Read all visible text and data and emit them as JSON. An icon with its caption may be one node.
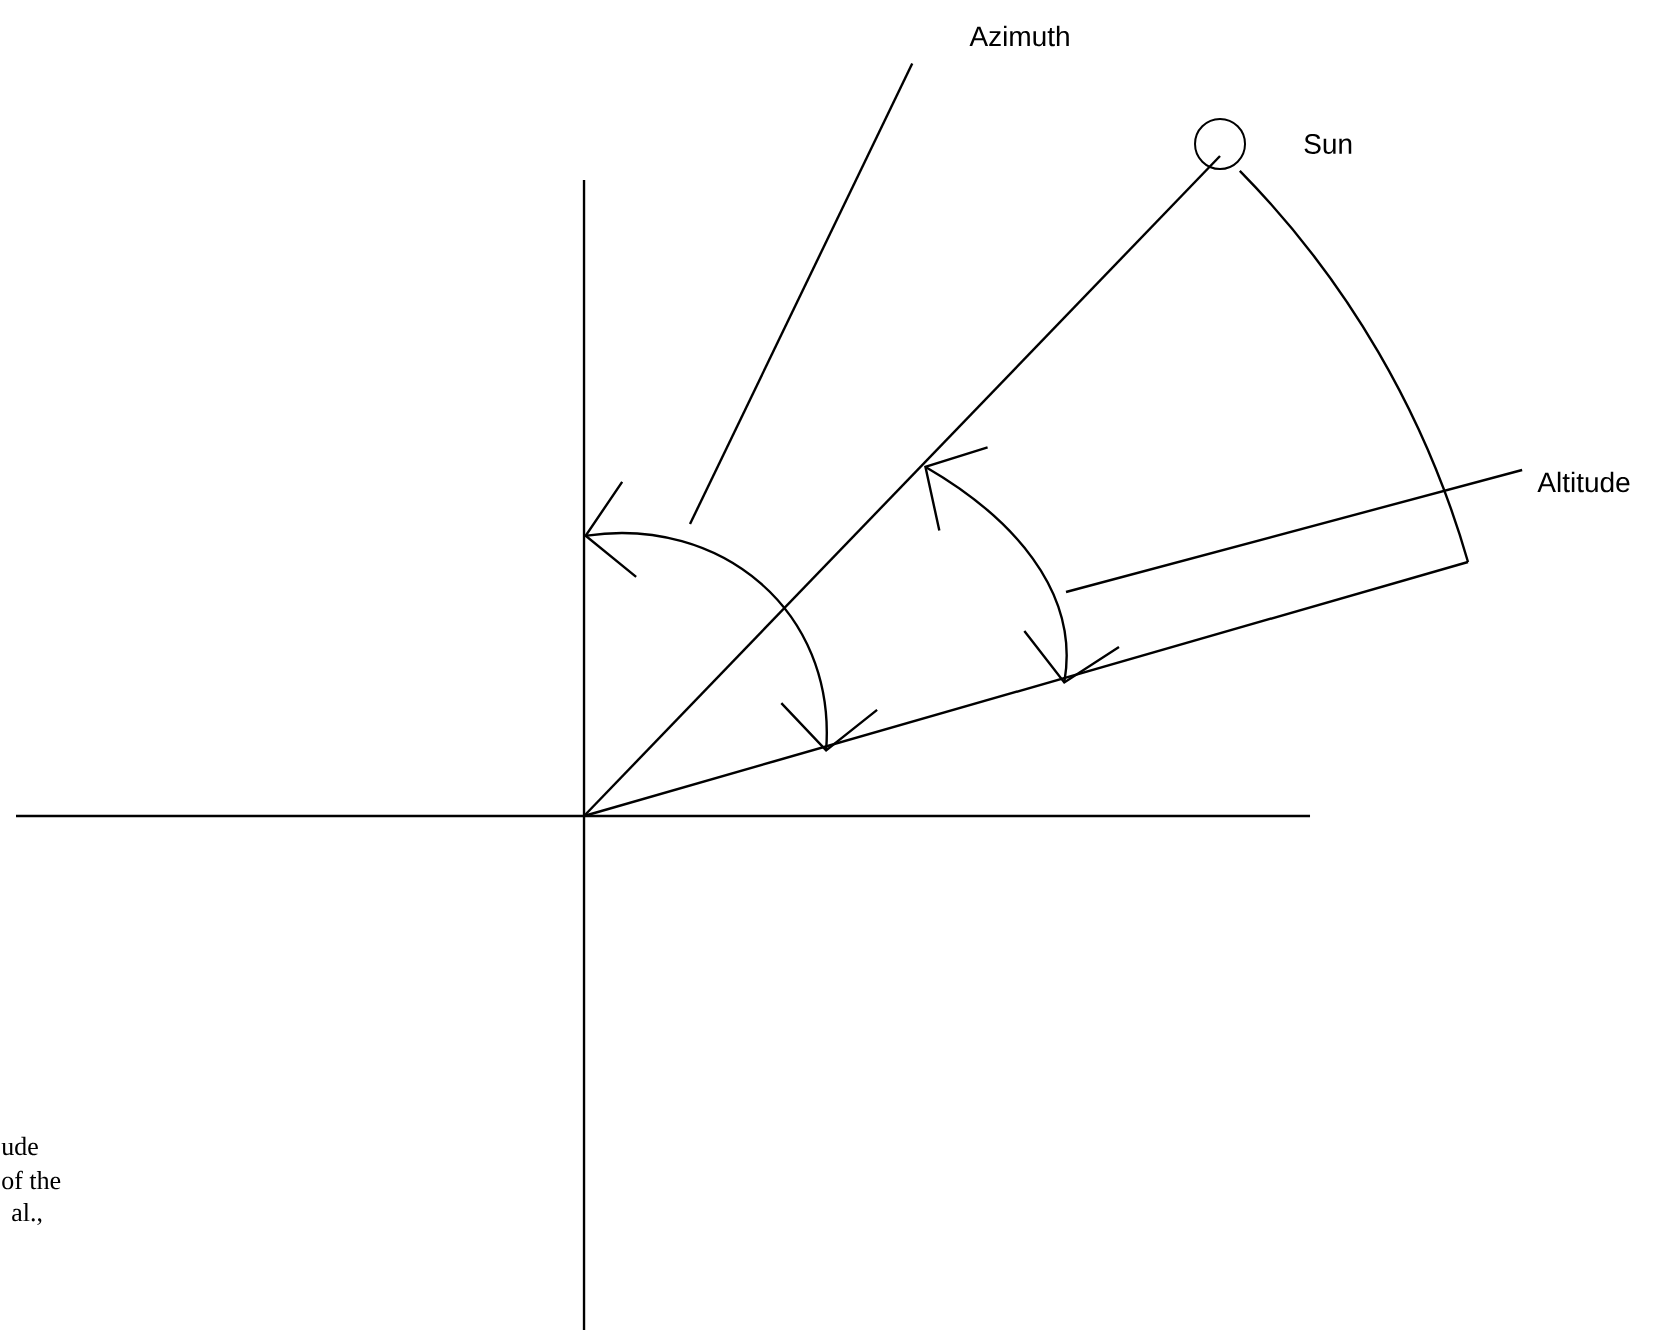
{
  "diagram": {
    "nodes": [
      {
        "text": [
          "Azimuth"
        ]
      },
      {
        "text": [],
        "shape": "circle",
        "beside": [
          "Sun"
        ]
      },
      {
        "text": [
          "Altitude"
        ]
      }
    ],
    "edges": [
      {
        "from": 0,
        "to": null,
        "arrow": "none"
      },
      {
        "from": 2,
        "to": null,
        "arrow": "none"
      }
    ],
    "labels": [
      "ude",
      "of the",
      "al.,"
    ]
  }
}
